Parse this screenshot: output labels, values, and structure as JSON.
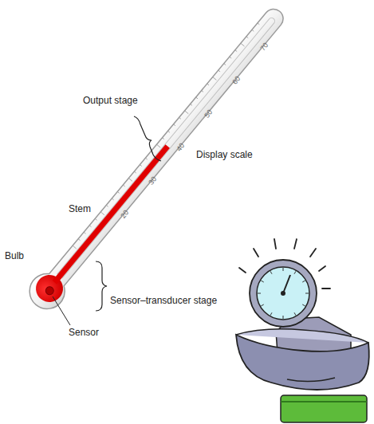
{
  "diagram": {
    "labels": [
      "Output stage",
      "Display scale",
      "Stem",
      "Bulb",
      "Sensor–transducer stage",
      "Sensor",
      "20",
      "30",
      "40",
      "50",
      "60",
      "70"
    ]
  }
}
